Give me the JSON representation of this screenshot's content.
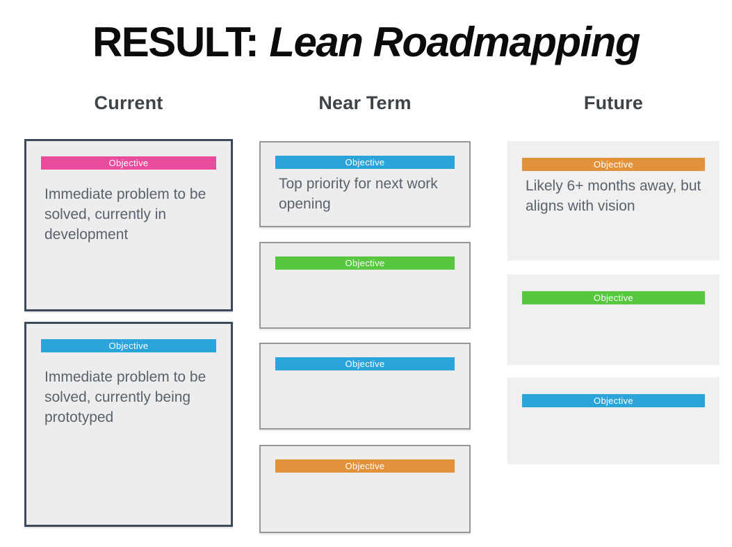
{
  "title": {
    "prefix": "RESULT:",
    "emphasis": "Lean Roadmapping"
  },
  "palette": {
    "pink": "#e84c9c",
    "blue": "#2ba4dc",
    "green": "#57c73f",
    "orange": "#e2923b"
  },
  "colors": {
    "card_background": "#ededed",
    "future_card_background": "#f0f0f0",
    "current_card_border": "#3d4a5b",
    "near_term_card_border": "#95989b",
    "body_text": "#59626c",
    "header_text": "#3e4347",
    "title_text": "#0b0b0b"
  },
  "columns": [
    {
      "header": "Current",
      "cards": [
        {
          "label": "Objective",
          "color": "pink",
          "body": "Immediate problem to be solved, currently in development"
        },
        {
          "label": "Objective",
          "color": "blue",
          "body": "Immediate problem to be solved, currently being prototyped"
        }
      ]
    },
    {
      "header": "Near Term",
      "cards": [
        {
          "label": "Objective",
          "color": "blue",
          "body": "Top priority for next work opening"
        },
        {
          "label": "Objective",
          "color": "green",
          "body": ""
        },
        {
          "label": "Objective",
          "color": "blue",
          "body": ""
        },
        {
          "label": "Objective",
          "color": "orange",
          "body": ""
        }
      ]
    },
    {
      "header": "Future",
      "cards": [
        {
          "label": "Objective",
          "color": "orange",
          "body": "Likely 6+ months away, but aligns with vision"
        },
        {
          "label": "Objective",
          "color": "green",
          "body": ""
        },
        {
          "label": "Objective",
          "color": "blue",
          "body": ""
        }
      ]
    }
  ]
}
